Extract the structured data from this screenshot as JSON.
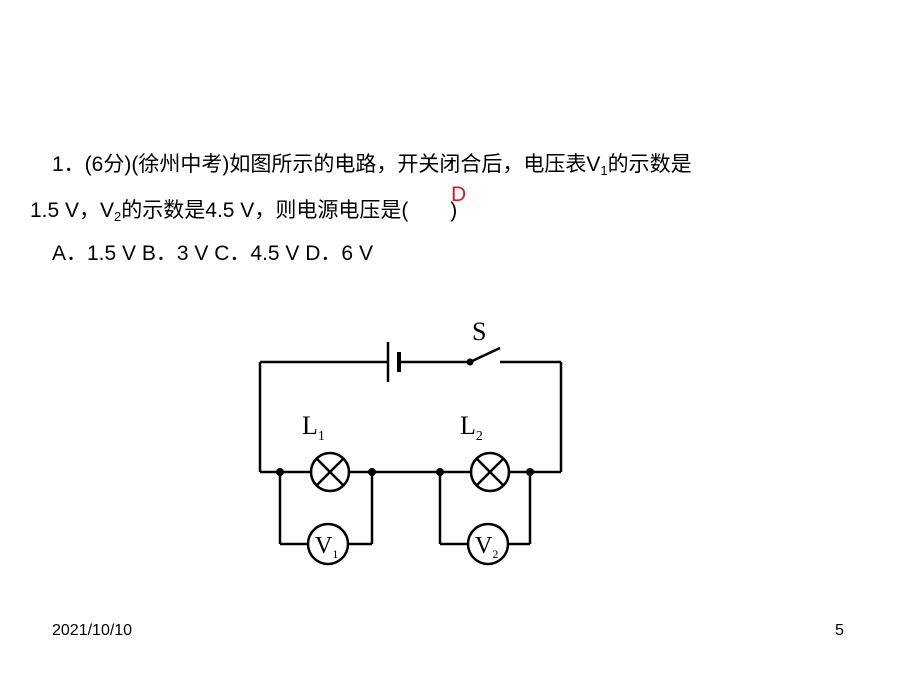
{
  "question": {
    "line1_prefix": "1．(6分)(徐州中考)如图所示的电路，开关闭合后，电压表V",
    "line1_sub": "1",
    "line1_suffix": "的示数是",
    "line2_prefix": "1.5 V，V",
    "line2_sub": "2",
    "line2_suffix": "的示数是4.5 V，则电源电压是(　　)",
    "answer": "D",
    "options": "A．1.5 V  B．3 V  C．4.5 V  D．6 V"
  },
  "circuit": {
    "switch_label": "S",
    "lamp1": {
      "letter": "L",
      "sub": "1"
    },
    "lamp2": {
      "letter": "L",
      "sub": "2"
    },
    "voltmeter1": {
      "letter": "V",
      "sub": "1"
    },
    "voltmeter2": {
      "letter": "V",
      "sub": "2"
    }
  },
  "footer": {
    "date": "2021/10/10",
    "page": "5"
  },
  "colors": {
    "answer": "#d11e1e",
    "text": "#000000",
    "background": "#ffffff"
  }
}
